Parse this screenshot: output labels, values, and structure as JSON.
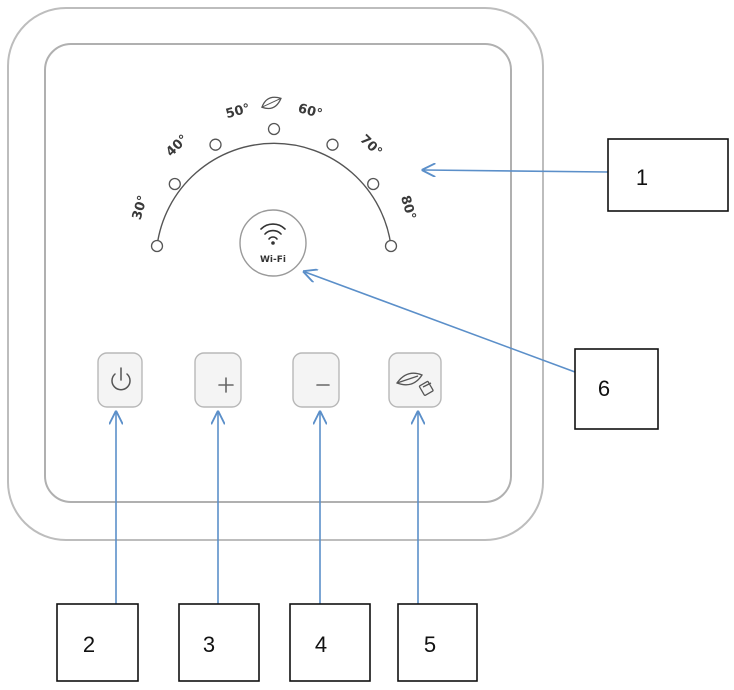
{
  "dial": {
    "temperature_marks": [
      "30°",
      "40°",
      "50°",
      "60°",
      "70°",
      "80°"
    ],
    "leaf_icon": "leaf-icon"
  },
  "wifi": {
    "label": "Wi-Fi",
    "icon": "wifi-icon"
  },
  "buttons": [
    {
      "icon": "power-icon"
    },
    {
      "icon": "plus-icon"
    },
    {
      "icon": "minus-icon"
    },
    {
      "icon": "eco-mode-icon"
    }
  ],
  "callouts": [
    "1",
    "2",
    "3",
    "4",
    "5",
    "6"
  ],
  "colors": {
    "arrow": "#5b8fc9",
    "outline": "#b5b5b5",
    "text": "#111111"
  }
}
